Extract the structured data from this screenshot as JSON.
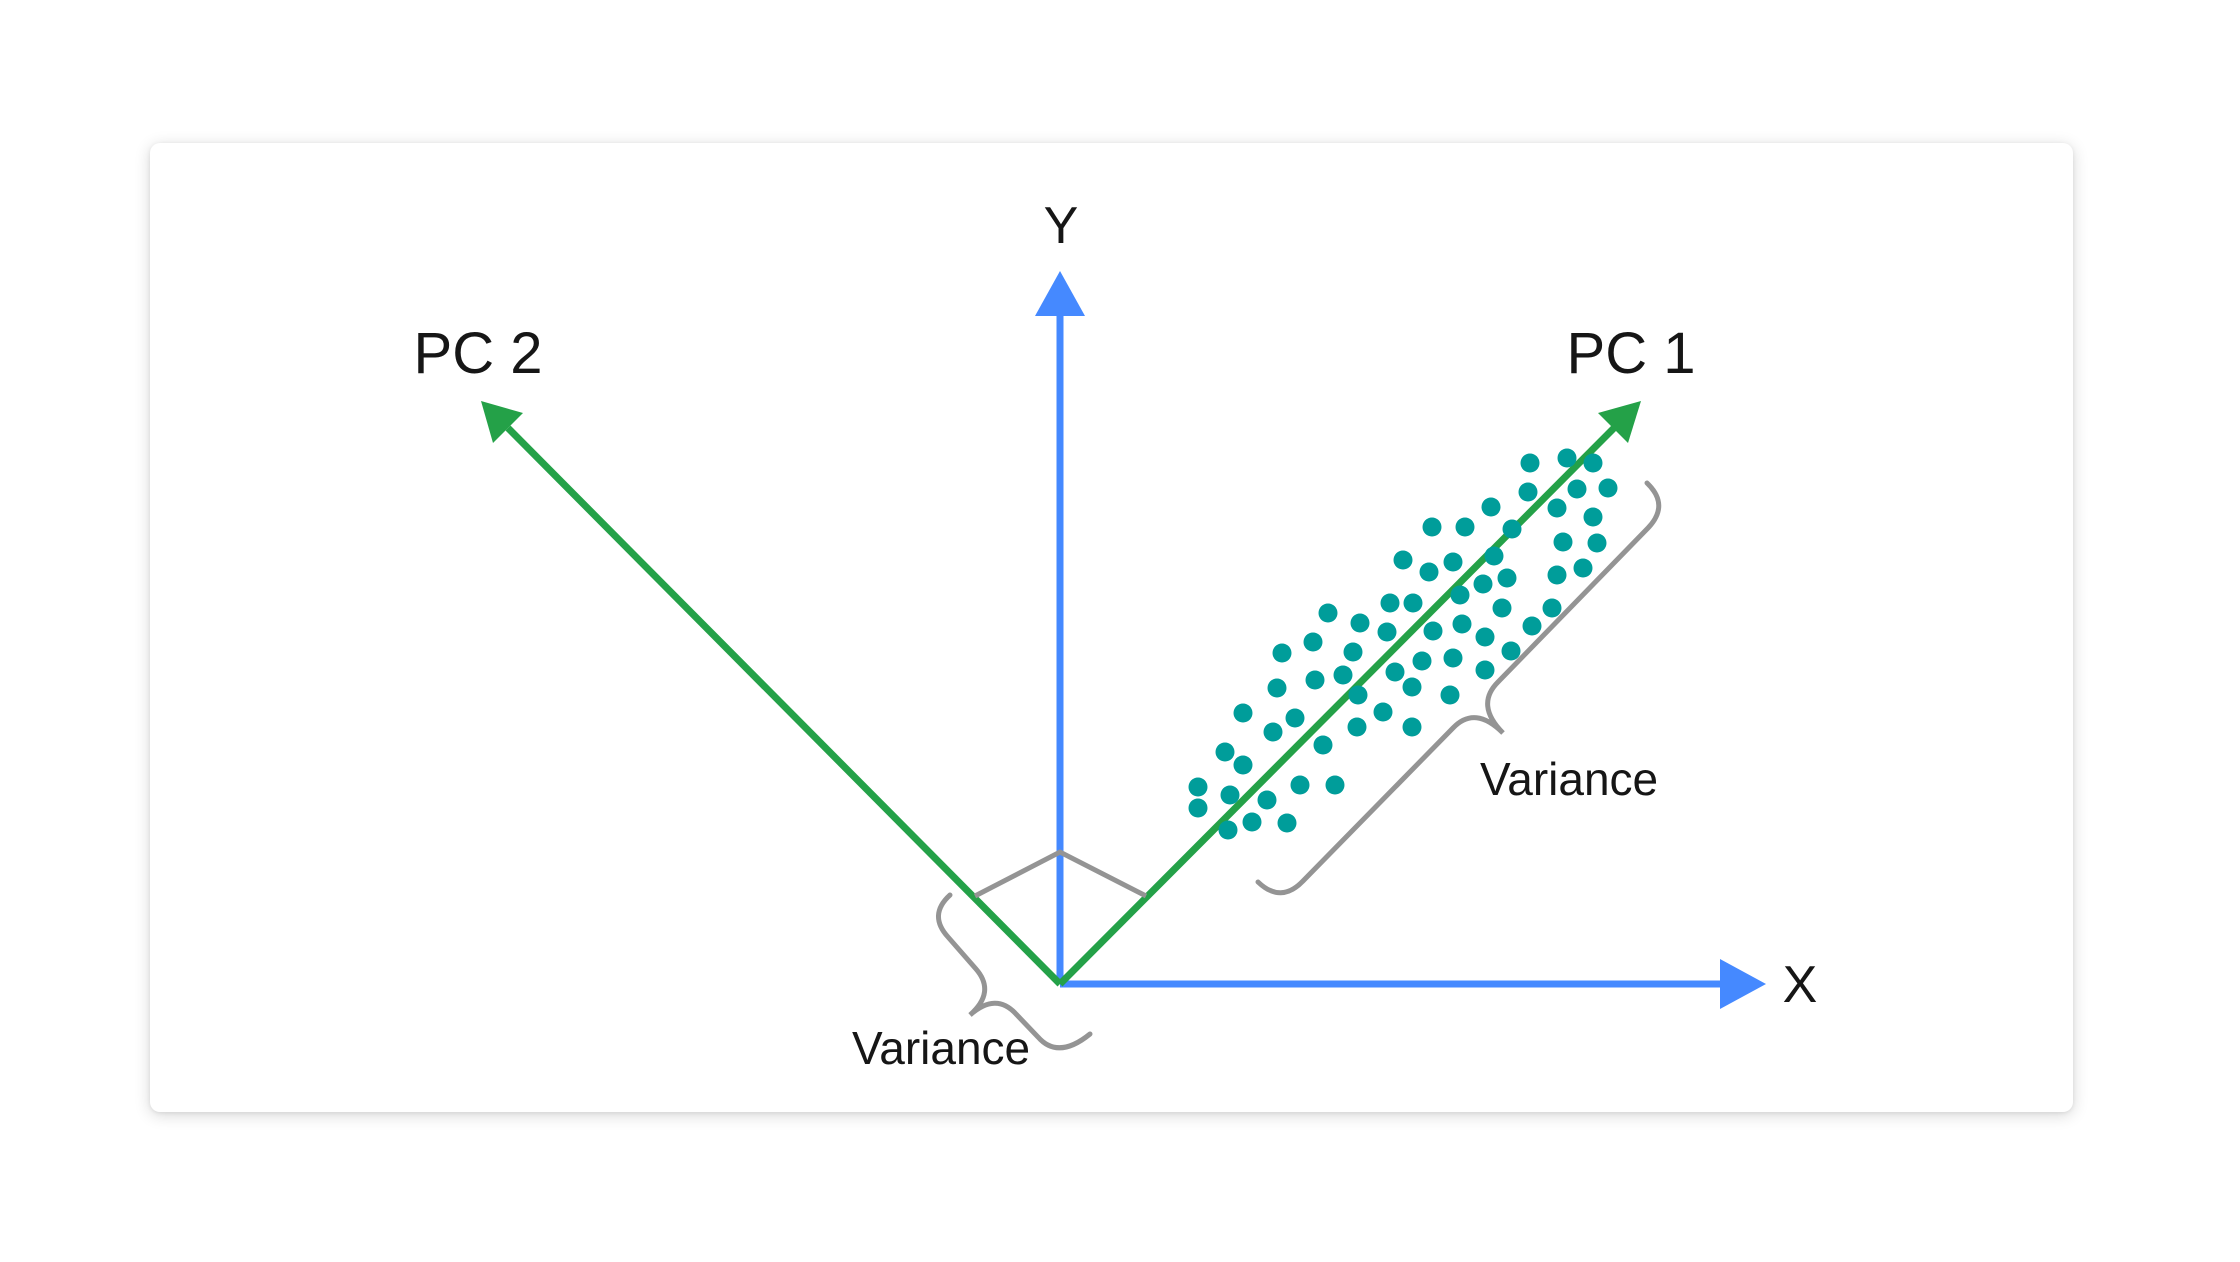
{
  "page": {
    "background": "#ffffff"
  },
  "card": {
    "background": "#ffffff"
  },
  "colors": {
    "axis_blue": "#4589ff",
    "pc_green": "#24a148",
    "dot_teal": "#009d9a",
    "annotation_gray": "#949494",
    "text": "#161616"
  },
  "labels": {
    "y_axis": "Y",
    "x_axis": "X",
    "pc1": "PC 1",
    "pc2": "PC 2",
    "pc1_variance": "Variance",
    "pc2_variance": "Variance"
  },
  "chart_data": {
    "type": "scatter",
    "title": "",
    "xlabel": "X",
    "ylabel": "Y",
    "annotations": [
      "PC 1",
      "PC 2",
      "Variance",
      "Variance"
    ],
    "scatter": {
      "radius": 9.5,
      "points": [
        [
          1530,
          463
        ],
        [
          1567,
          458
        ],
        [
          1593,
          463
        ],
        [
          1528,
          492
        ],
        [
          1577,
          489
        ],
        [
          1608,
          488
        ],
        [
          1491,
          507
        ],
        [
          1557,
          508
        ],
        [
          1593,
          517
        ],
        [
          1432,
          527
        ],
        [
          1465,
          527
        ],
        [
          1512,
          529
        ],
        [
          1563,
          542
        ],
        [
          1597,
          543
        ],
        [
          1494,
          556
        ],
        [
          1403,
          560
        ],
        [
          1429,
          572
        ],
        [
          1453,
          562
        ],
        [
          1507,
          578
        ],
        [
          1483,
          584
        ],
        [
          1557,
          575
        ],
        [
          1583,
          568
        ],
        [
          1413,
          603
        ],
        [
          1502,
          608
        ],
        [
          1552,
          608
        ],
        [
          1460,
          595
        ],
        [
          1433,
          631
        ],
        [
          1462,
          624
        ],
        [
          1485,
          637
        ],
        [
          1532,
          626
        ],
        [
          1422,
          661
        ],
        [
          1453,
          658
        ],
        [
          1485,
          670
        ],
        [
          1511,
          651
        ],
        [
          1328,
          613
        ],
        [
          1360,
          623
        ],
        [
          1390,
          603
        ],
        [
          1313,
          642
        ],
        [
          1282,
          653
        ],
        [
          1353,
          652
        ],
        [
          1387,
          632
        ],
        [
          1343,
          675
        ],
        [
          1277,
          688
        ],
        [
          1315,
          680
        ],
        [
          1395,
          672
        ],
        [
          1412,
          687
        ],
        [
          1450,
          695
        ],
        [
          1358,
          695
        ],
        [
          1243,
          713
        ],
        [
          1295,
          718
        ],
        [
          1273,
          732
        ],
        [
          1383,
          712
        ],
        [
          1412,
          727
        ],
        [
          1357,
          727
        ],
        [
          1323,
          745
        ],
        [
          1225,
          752
        ],
        [
          1243,
          765
        ],
        [
          1198,
          787
        ],
        [
          1230,
          795
        ],
        [
          1267,
          800
        ],
        [
          1300,
          785
        ],
        [
          1335,
          785
        ],
        [
          1198,
          808
        ],
        [
          1228,
          830
        ],
        [
          1252,
          822
        ],
        [
          1287,
          823
        ]
      ]
    }
  }
}
